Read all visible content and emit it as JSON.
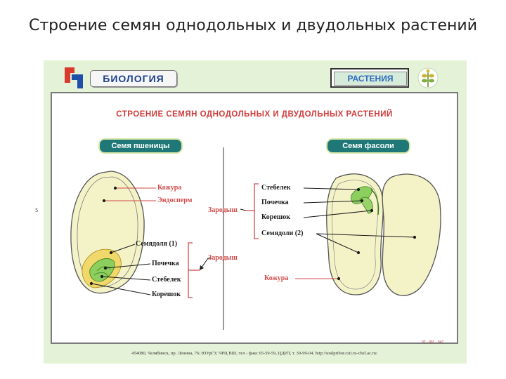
{
  "slide": {
    "title": "Строение семян однодольных и двудольных растений"
  },
  "poster": {
    "brand": "БИОЛОГИЯ",
    "topic": "РАСТЕНИЯ",
    "heading": "СТРОЕНИЕ СЕМЯН ОДНОДОЛЬНЫХ И ДВУДОЛЬНЫХ РАСТЕНИЙ",
    "wheat_title": "Семя пшеницы",
    "bean_title": "Семя фасоли",
    "wheat_labels": {
      "coat": "Кожура",
      "endosperm": "Эндосперм",
      "cotyledon": "Семядоля (1)",
      "bud": "Почечка",
      "stem": "Стебелек",
      "root": "Корешок"
    },
    "bean_labels": {
      "stem": "Стебелек",
      "bud": "Почечка",
      "root": "Корешок",
      "cotyledons": "Семядоли (2)",
      "coat": "Кожура"
    },
    "embryo_label_top": "Зародыш",
    "embryo_label_bottom": "Зародыш",
    "footer": "454080, Челябинск, пр. Ленина, 76; ЮУрГУ, ЧРЦ ВШ, тел - факс 65-59-59, ЦДИТ, т. 39-99-04. http://uralpribor.csit.ru-chel.ac.ru/",
    "code": "02 - 001 - 047",
    "margin_mark": "5"
  },
  "colors": {
    "poster_bg": "#e4f2d8",
    "pill": "#1f7778",
    "heading_red": "#cf3b3b",
    "seed_fill": "#f4f3c8",
    "embryo_green": "#8ccf5e"
  }
}
